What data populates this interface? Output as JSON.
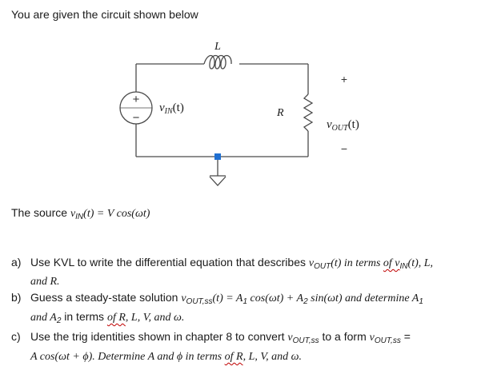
{
  "intro": "You are given the circuit shown below",
  "circuit": {
    "inductor_label": "L",
    "resistor_label": "R",
    "source_label": "v",
    "source_sub": "IN",
    "source_arg": "(t)",
    "plus_sign": "+",
    "minus_sign": "−",
    "output_label": "v",
    "output_sub": "OUT",
    "output_arg": "(t)",
    "out_plus": "+",
    "out_minus": "−",
    "wire_color": "#4a4a4a",
    "node_color": "#1f6fd1"
  },
  "source_text": {
    "prefix": "The source ",
    "var": "v",
    "sub": "IN",
    "rest": "(t) = V cos(ωt)"
  },
  "questions": [
    {
      "marker": "a)",
      "line1_a": "Use KVL to write the differential equation that describes ",
      "line1_math1": "v",
      "line1_sub1": "OUT",
      "line1_b": "(t) in terms ",
      "line1_wavy": "of v",
      "line1_sub2": "IN",
      "line1_c": "(t), L,",
      "line2": "and R."
    },
    {
      "marker": "b)",
      "line1_a": "Guess a steady-state solution ",
      "line1_math1": "v",
      "line1_sub1": "OUT,ss",
      "line1_b": "(t) = A",
      "line1_s1": "1",
      "line1_c": " cos(ωt) + A",
      "line1_s2": "2",
      "line1_d": " sin(ωt) and determine A",
      "line1_s3": "1",
      "line2_a": "and A",
      "line2_s": "2",
      "line2_b": " in terms ",
      "line2_wavy": "of R",
      "line2_c": ", L, V, and ω."
    },
    {
      "marker": "c)",
      "line1_a": "Use the trig identities shown in chapter 8 to convert ",
      "line1_math1": "v",
      "line1_sub1": "OUT,ss",
      "line1_b": " to a form ",
      "line1_math2": "v",
      "line1_sub2": "OUT,ss",
      "line1_c": " =",
      "line2_a": "A cos(ωt + ϕ).  Determine A and ϕ in terms ",
      "line2_wavy": "of R",
      "line2_b": ", L, V, and ω."
    }
  ]
}
